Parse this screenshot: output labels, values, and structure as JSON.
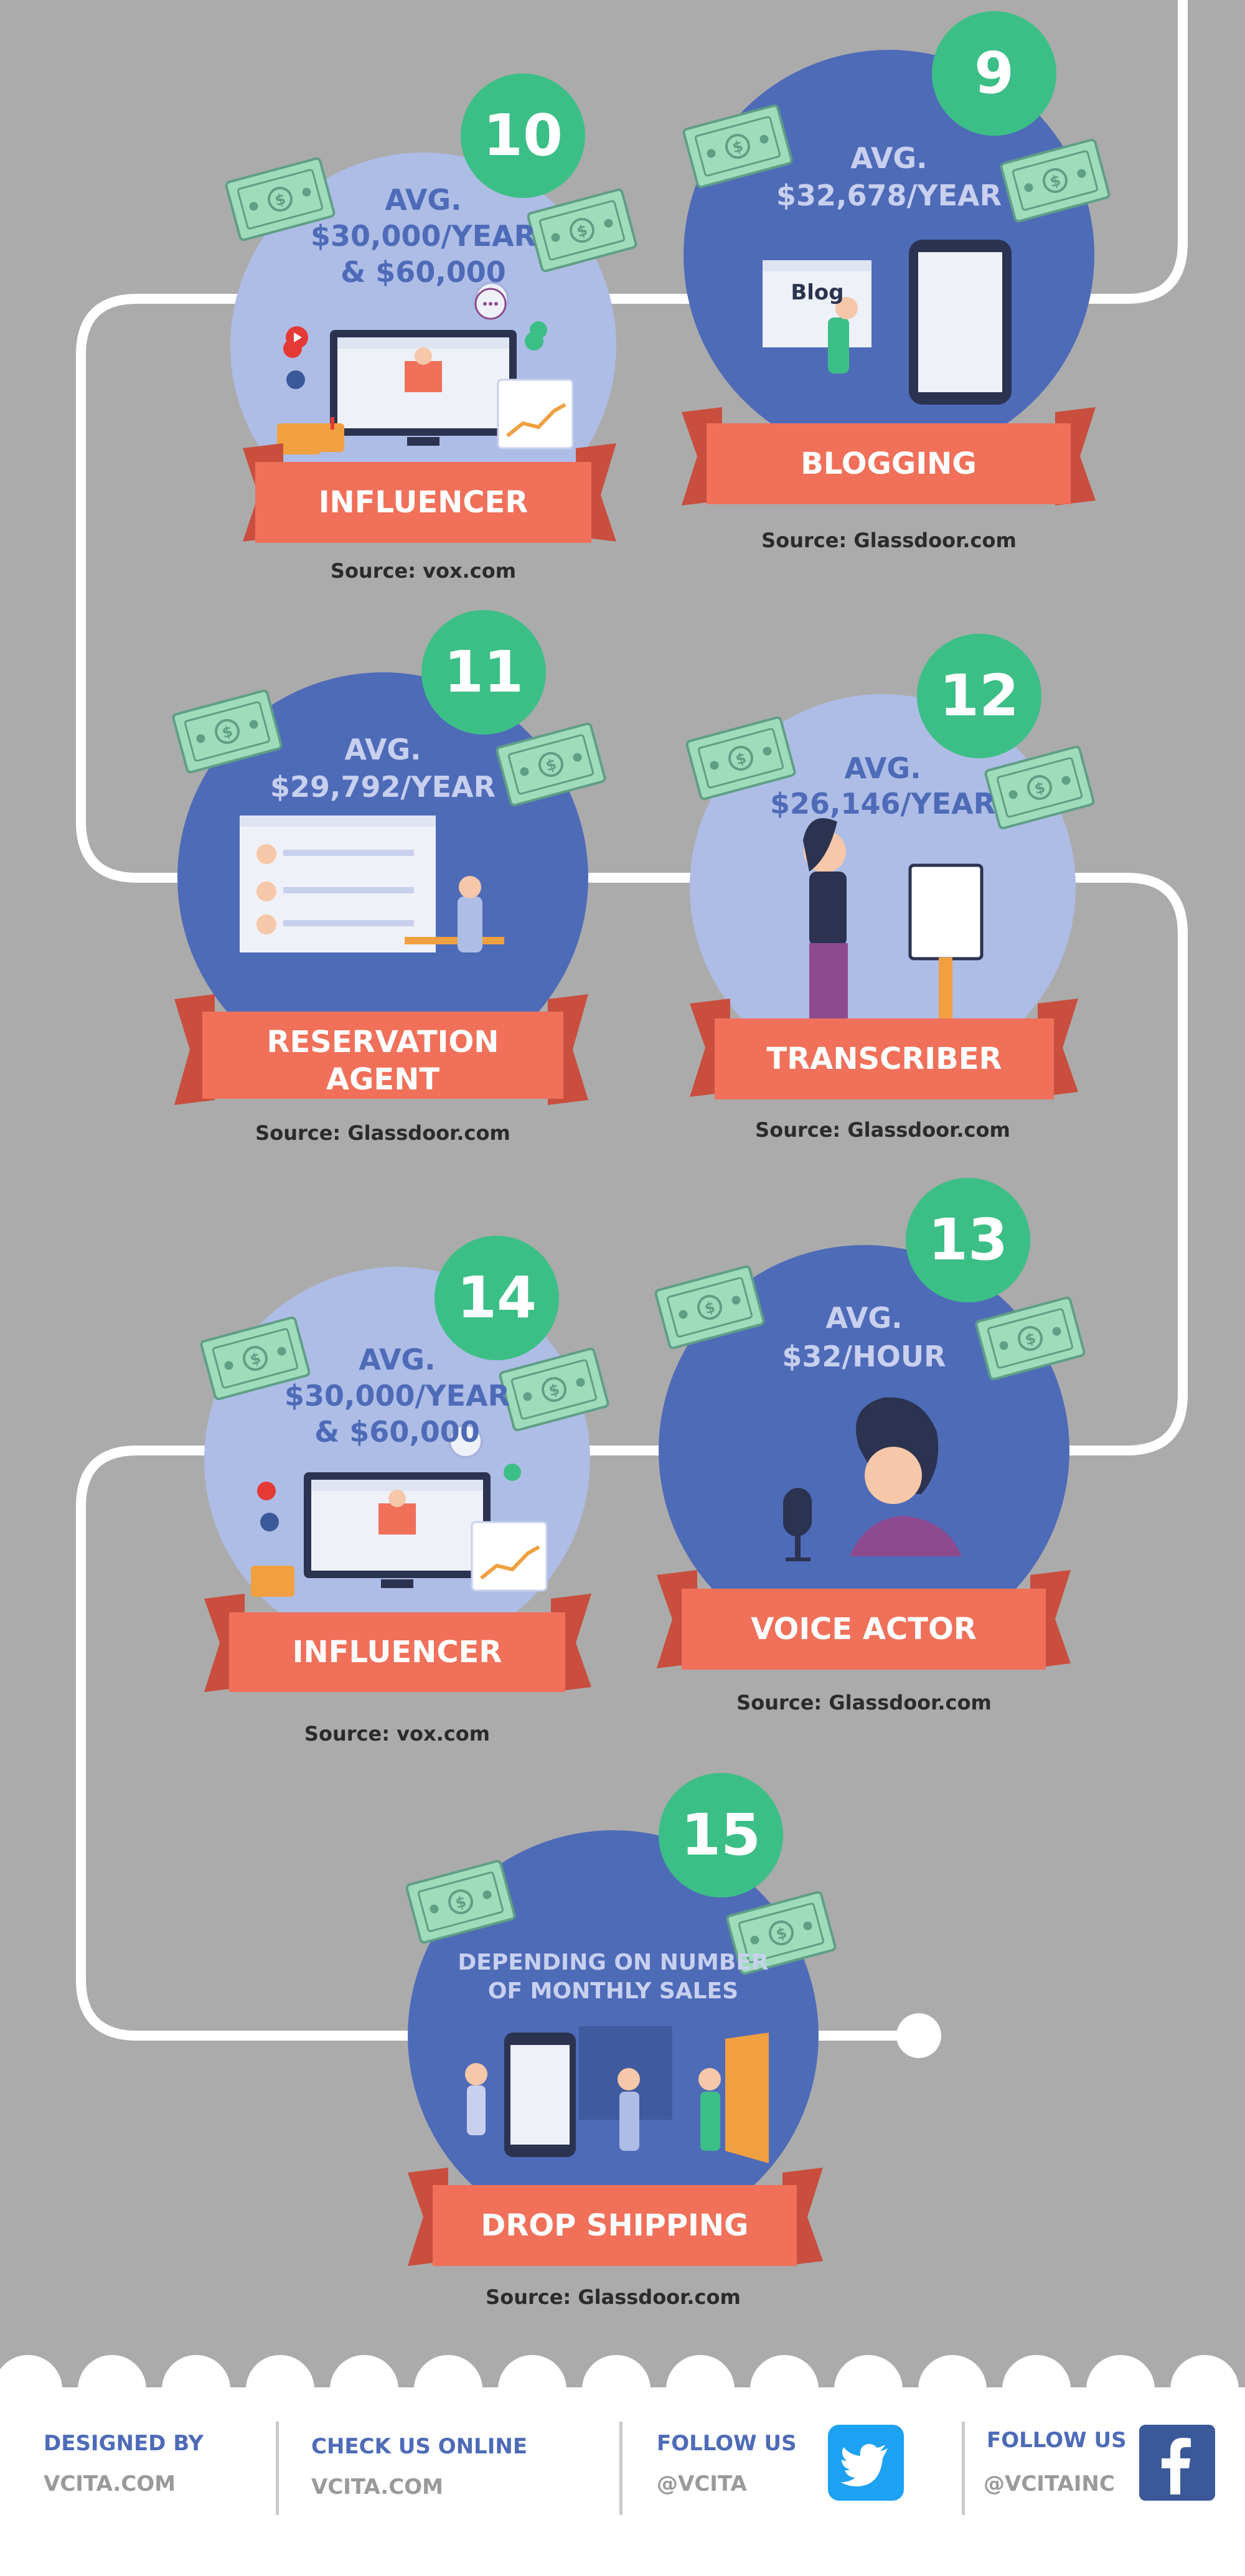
{
  "cards": [
    {
      "num": "10",
      "salary": [
        "AVG.",
        "$30,000/YEAR",
        "& $60,000"
      ],
      "label": [
        "INFLUENCER"
      ],
      "source": "Source: vox.com"
    },
    {
      "num": "9",
      "salary": [
        "AVG.",
        "$32,678/YEAR"
      ],
      "label": [
        "BLOGGING"
      ],
      "source": "Source: Glassdoor.com",
      "illustration_text": "Blog"
    },
    {
      "num": "11",
      "salary": [
        "AVG.",
        "$29,792/YEAR"
      ],
      "label": [
        "RESERVATION",
        "AGENT"
      ],
      "source": "Source: Glassdoor.com"
    },
    {
      "num": "12",
      "salary": [
        "AVG.",
        "$26,146/YEAR"
      ],
      "label": [
        "TRANSCRIBER"
      ],
      "source": "Source: Glassdoor.com"
    },
    {
      "num": "14",
      "salary": [
        "AVG.",
        "$30,000/YEAR",
        "& $60,000"
      ],
      "label": [
        "INFLUENCER"
      ],
      "source": "Source: vox.com"
    },
    {
      "num": "13",
      "salary": [
        "AVG.",
        "$32/HOUR"
      ],
      "label": [
        "VOICE ACTOR"
      ],
      "source": "Source: Glassdoor.com"
    },
    {
      "num": "15",
      "salary": [
        "DEPENDING ON NUMBER",
        "OF MONTHLY SALES"
      ],
      "label": [
        "DROP SHIPPING"
      ],
      "source": "Source: Glassdoor.com"
    }
  ],
  "footer": {
    "designed_by": "DESIGNED BY",
    "designed_by_site": "VCITA.COM",
    "check_online": "CHECK US ONLINE",
    "check_online_site": "VCITA.COM",
    "follow_twitter": "FOLLOW US",
    "twitter_handle": "@VCITA",
    "follow_facebook": "FOLLOW US",
    "facebook_handle": "@VCITAINC"
  },
  "colors": {
    "background": "#ababab",
    "circle_dark": "#4e6bb8",
    "circle_light": "#aebde6",
    "ribbon": "#f0705a",
    "number_badge": "#3cbf86",
    "money": "#9fdcbb",
    "twitter": "#1da1f2",
    "facebook": "#3b5998"
  },
  "icons": [
    "money-bill-icon",
    "youtube-icon",
    "facebook-icon",
    "chat-icon",
    "whatsapp-icon",
    "mailbox-icon",
    "microphone-icon",
    "twitter-icon",
    "facebook-logo-icon"
  ]
}
